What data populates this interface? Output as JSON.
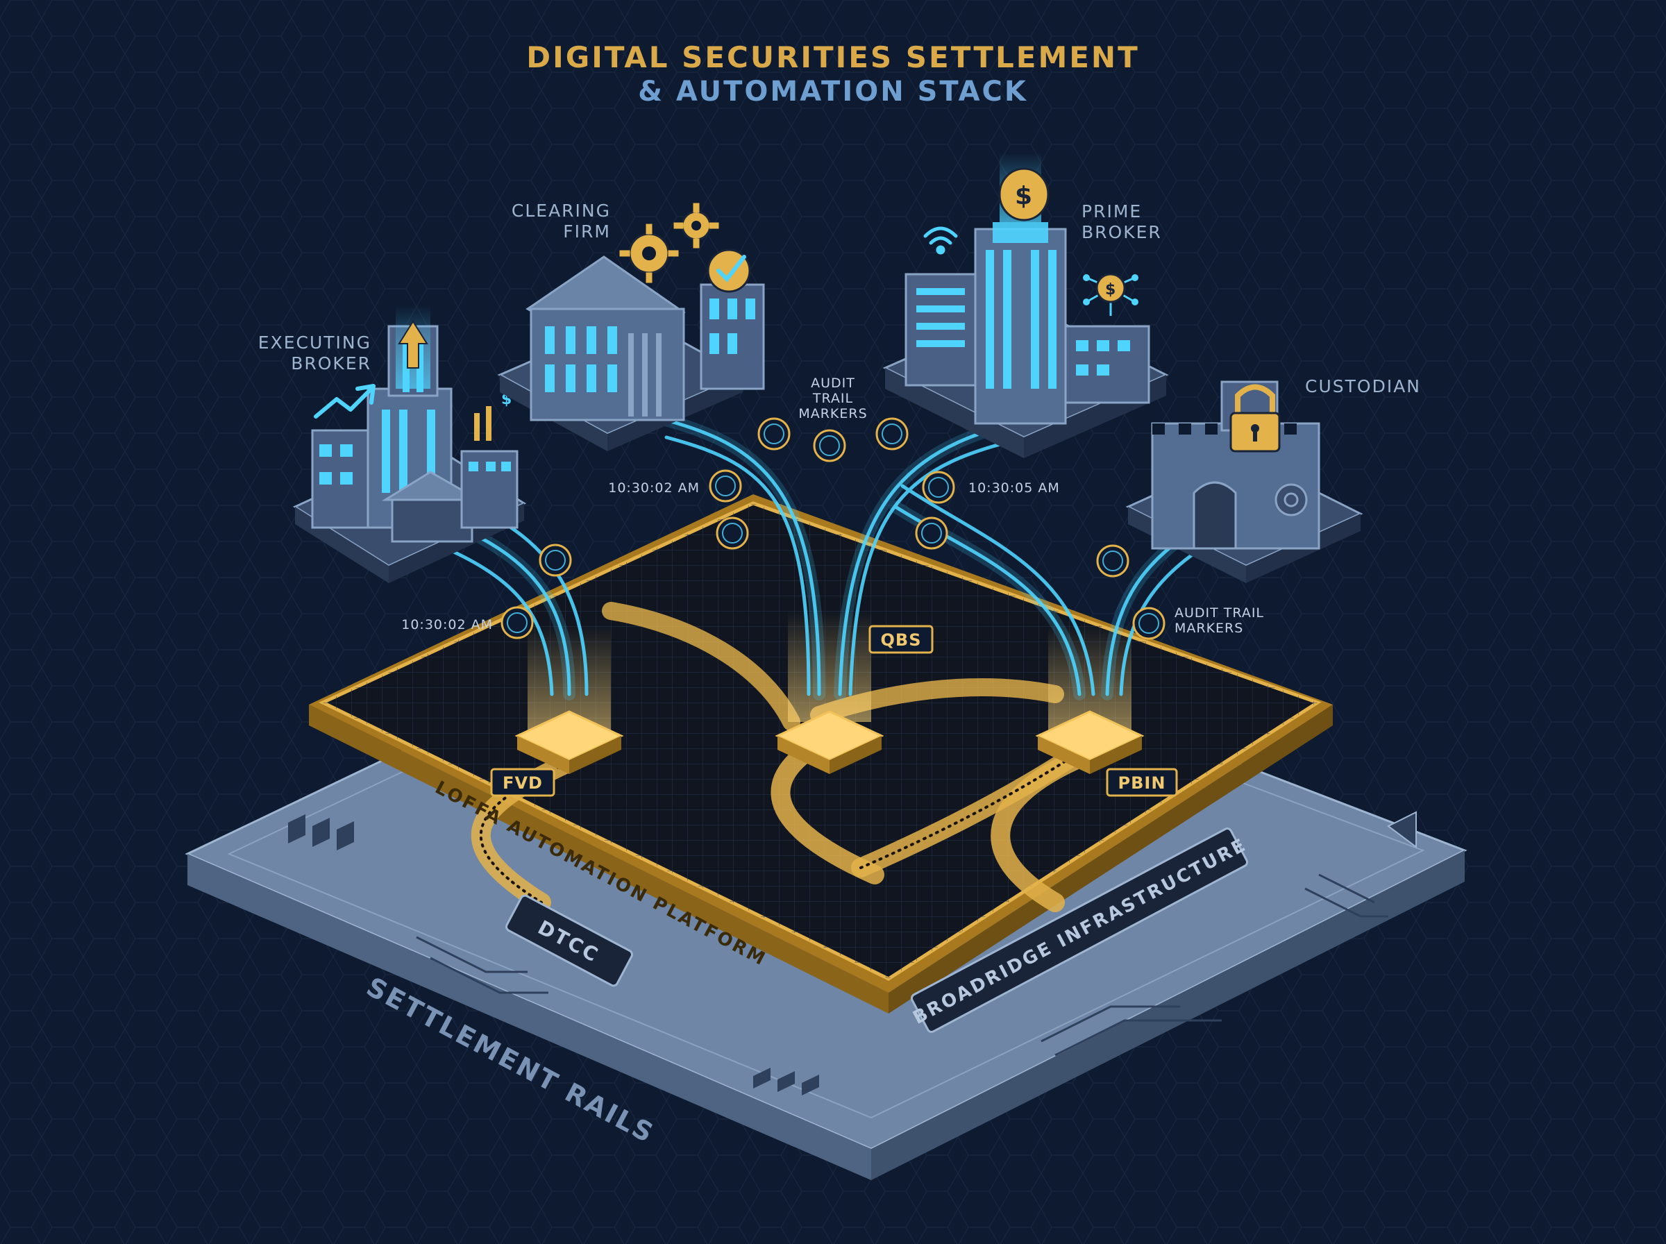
{
  "title": {
    "line1": "DIGITAL SECURITIES SETTLEMENT",
    "line2": "& AUTOMATION STACK"
  },
  "colors": {
    "background": "#0d1a30",
    "gold": "#e3b24a",
    "title_gold": "#d9a94a",
    "title_blue": "#6f9fd0",
    "cyan": "#4fd4ff",
    "slate": "#7a92b3",
    "label_text": "#9fb4cf"
  },
  "entities": {
    "executing_broker": {
      "line1": "EXECUTING",
      "line2": "BROKER",
      "icon": "building-arrow-icon"
    },
    "clearing_firm": {
      "line1": "CLEARING",
      "line2": "FIRM",
      "icon": "bank-gears-icon"
    },
    "prime_broker": {
      "line1": "PRIME",
      "line2": "BROKER",
      "icon": "tower-dollar-icon"
    },
    "custodian": {
      "line1": "CUSTODIAN",
      "icon": "castle-lock-icon"
    }
  },
  "audit_labels": {
    "top": {
      "line1": "AUDIT",
      "line2": "TRAIL",
      "line3": "MARKERS"
    },
    "right": {
      "line1": "AUDIT TRAIL",
      "line2": "MARKERS"
    }
  },
  "timestamps": {
    "t1": "10:30:02 AM",
    "t2": "10:30:05 AM",
    "t3": "10:30:02 AM"
  },
  "nodes": {
    "fvd": "FVD",
    "qbs": "QBS",
    "pbin": "PBIN"
  },
  "platform": {
    "name": "LOFFA AUTOMATION PLATFORM"
  },
  "infrastructure": {
    "dtcc": "DTCC",
    "broadridge": "BROADRIDGE INFRASTRUCTURE",
    "settlement_rails": "SETTLEMENT RAILS"
  }
}
